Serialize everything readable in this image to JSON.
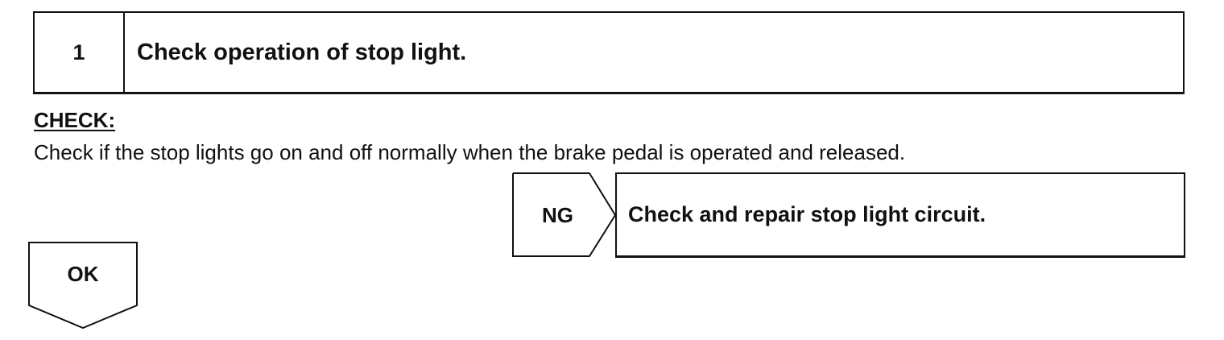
{
  "step": {
    "number": "1",
    "title": "Check operation of stop light."
  },
  "check": {
    "heading": "CHECK:",
    "text": "Check if the stop lights go on and off normally when the brake pedal is operated and released."
  },
  "ng_branch": {
    "label": "NG",
    "action": "Check and repair stop light circuit."
  },
  "ok_branch": {
    "label": "OK"
  }
}
